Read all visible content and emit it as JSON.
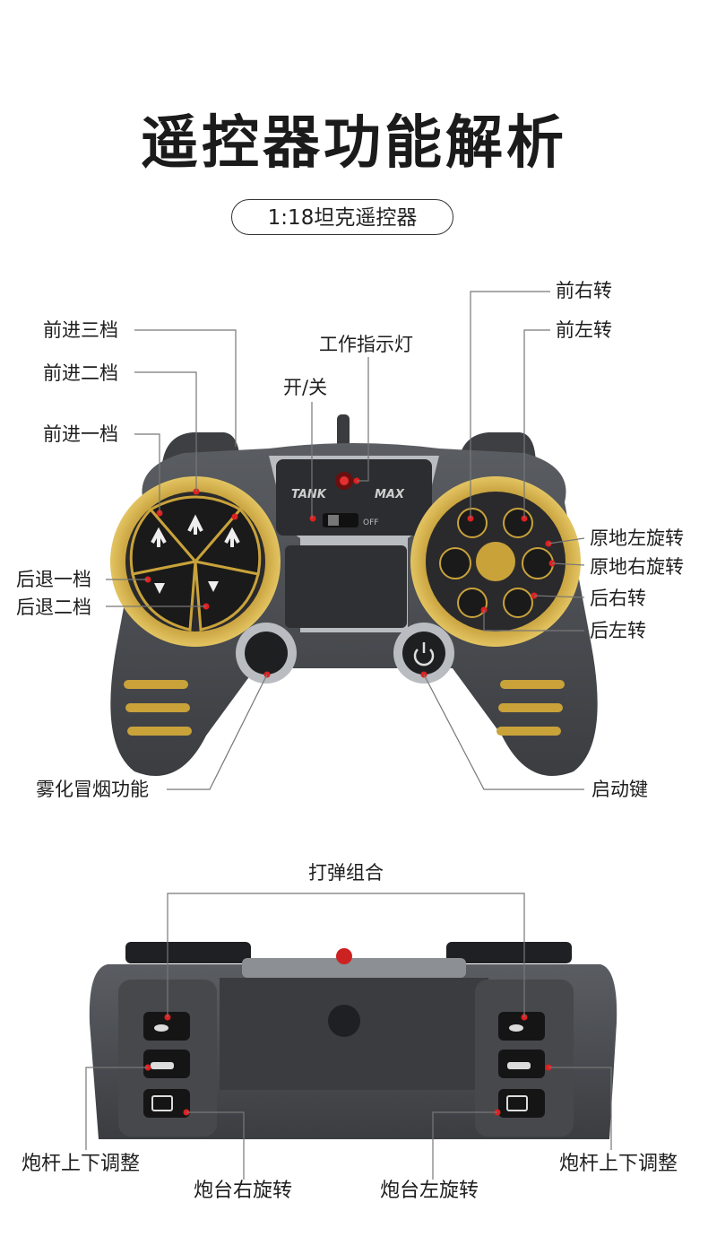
{
  "title": "遥控器功能解析",
  "subtitle": "1:18坦克遥控器",
  "labels": {
    "forward3": "前进三档",
    "forward2": "前进二档",
    "forward1": "前进一档",
    "reverse1": "后退一档",
    "reverse2": "后退二档",
    "indicator": "工作指示灯",
    "power": "开/关",
    "front_right": "前右转",
    "front_left": "前左转",
    "spin_left": "原地左旋转",
    "spin_right": "原地右旋转",
    "rear_right": "后右转",
    "rear_left": "后左转",
    "smoke": "雾化冒烟功能",
    "start": "启动键",
    "fire_combo": "打弹组合",
    "barrel_left": "炮杆上下调整",
    "turret_right": "炮台右旋转",
    "turret_left": "炮台左旋转",
    "barrel_right": "炮杆上下调整"
  },
  "controller_text": {
    "logo_left": "TANK",
    "logo_right": "MAX",
    "switch_off": "OFF"
  },
  "colors": {
    "body": "#4a4c50",
    "gold": "#c9a23a",
    "silver": "#b9bcc0",
    "button": "#1a1a1a",
    "dot": "#e02020"
  }
}
